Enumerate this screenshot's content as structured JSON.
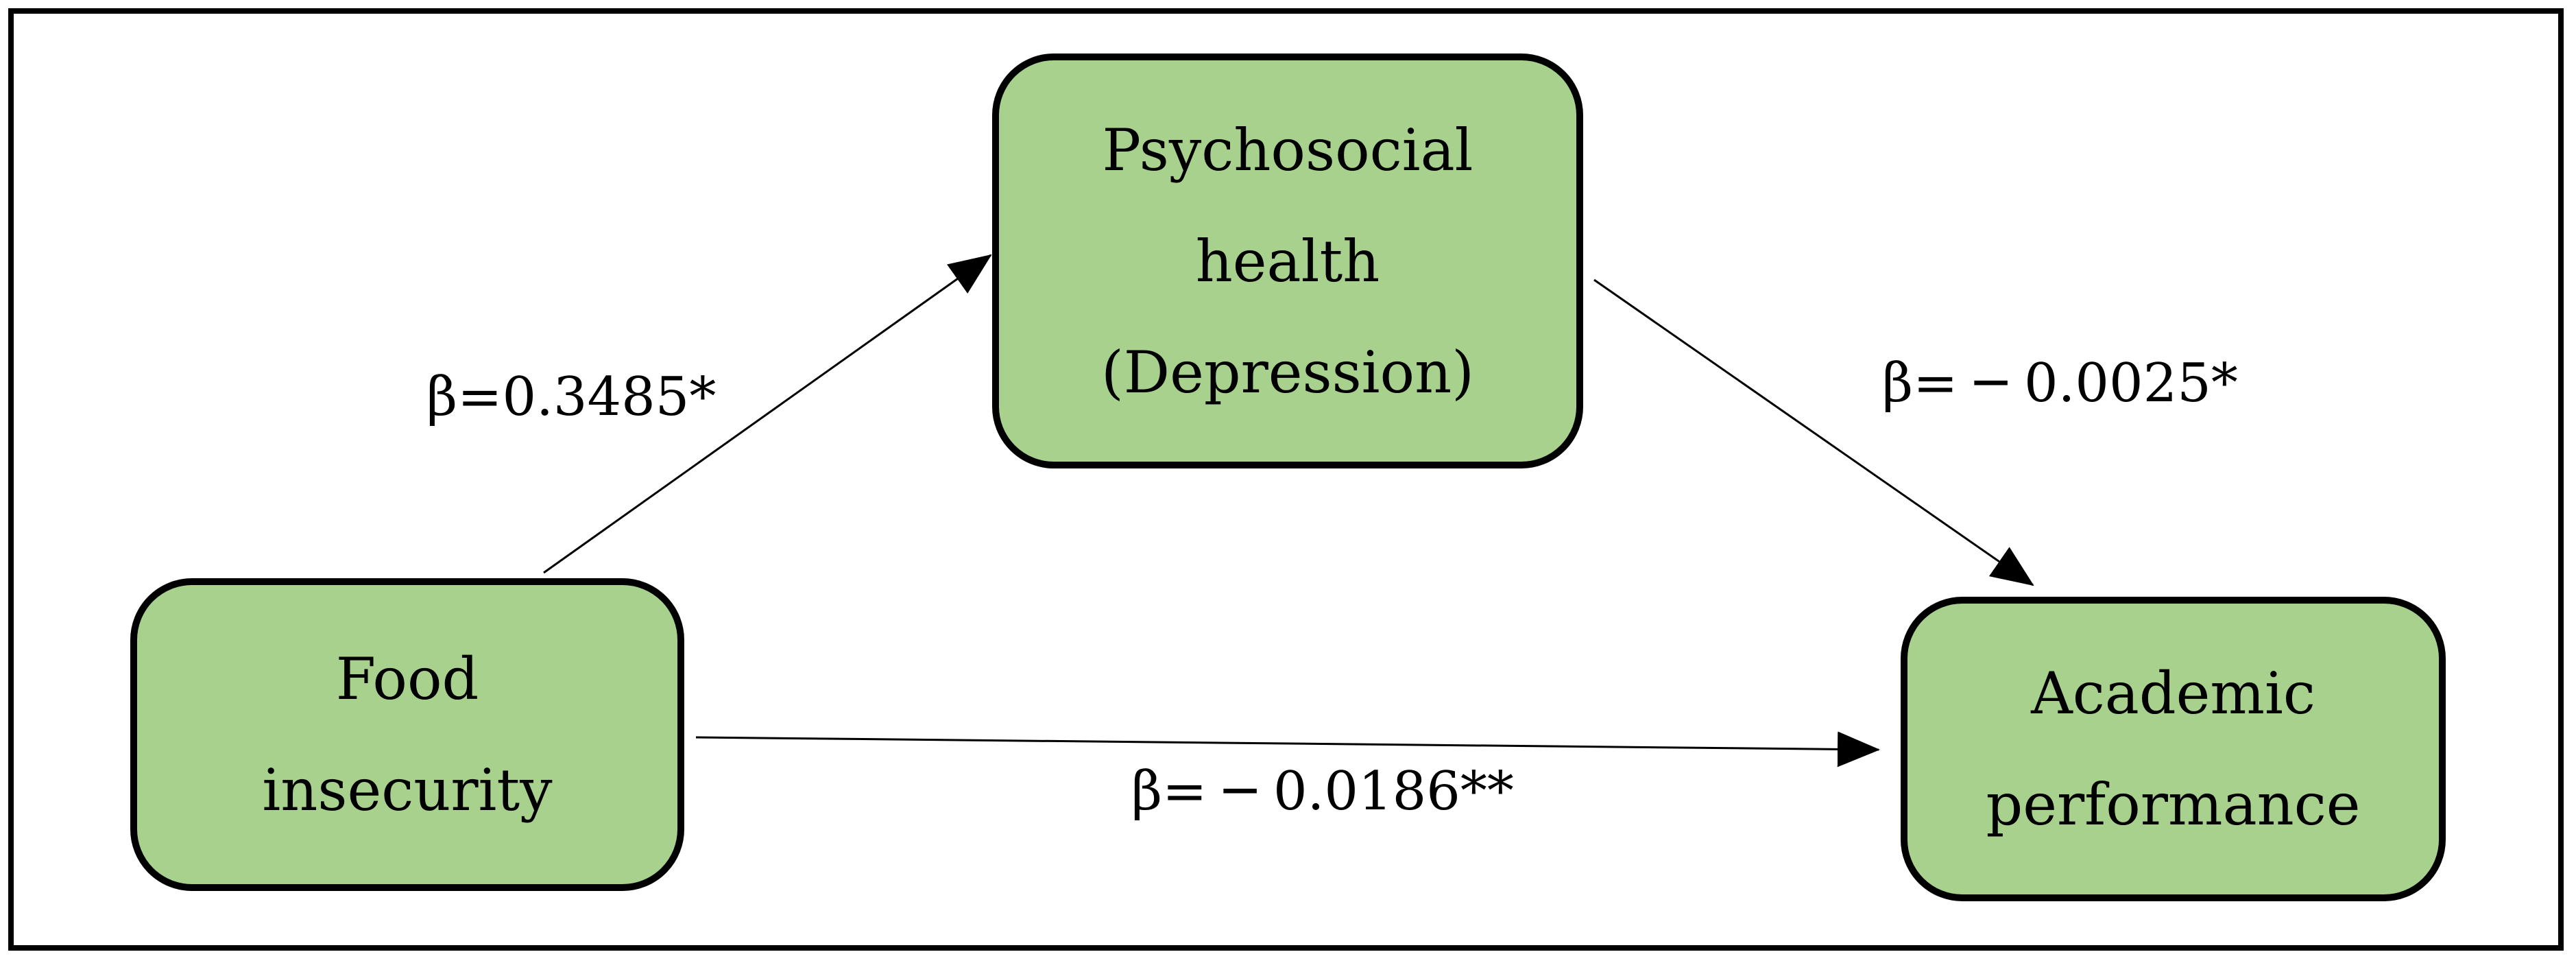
{
  "nodes": {
    "psychosocial": {
      "line1": "Psychosocial",
      "line2": "health",
      "line3": "(Depression)"
    },
    "food": {
      "line1": "Food",
      "line2": "insecurity"
    },
    "academic": {
      "line1": "Academic",
      "line2": "performance"
    }
  },
  "edges": {
    "food_to_psych": "β=0.3485*",
    "psych_to_academic": "β= ─ 0.0025*",
    "food_to_academic": "β= ─ 0.0186**"
  },
  "colors": {
    "node_fill": "#a9d18e",
    "stroke": "#000000"
  }
}
